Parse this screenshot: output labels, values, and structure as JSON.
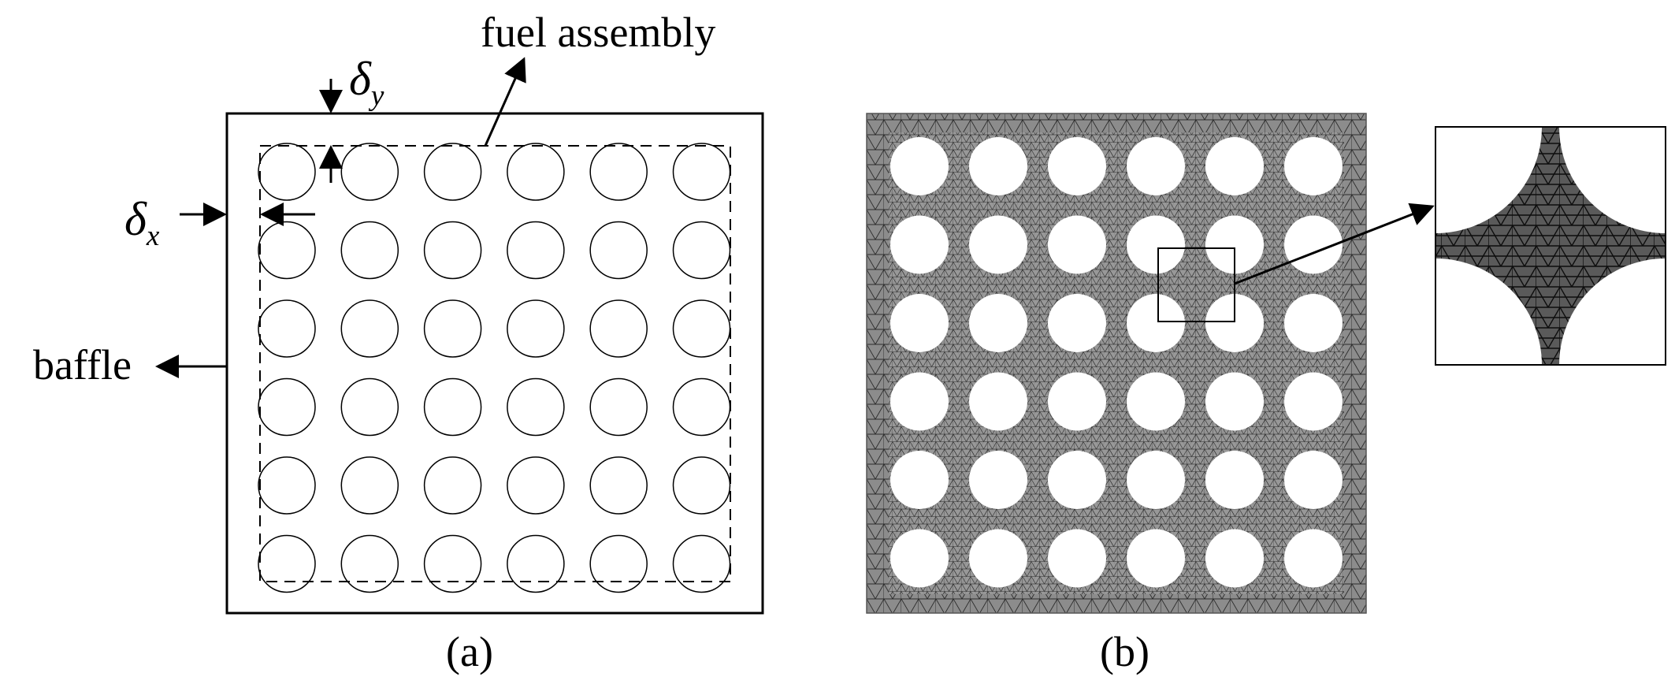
{
  "figure": {
    "panel_a": {
      "caption": "(a)",
      "labels": {
        "fuel_assembly": "fuel assembly",
        "baffle": "baffle",
        "delta_y": {
          "symbol": "δ",
          "subscript": "y"
        },
        "delta_x": {
          "symbol": "δ",
          "subscript": "x"
        }
      },
      "rod_grid": {
        "rows": 6,
        "cols": 6
      }
    },
    "panel_b": {
      "caption": "(b)",
      "rod_grid": {
        "rows": 6,
        "cols": 6
      },
      "zoom_inset": true
    },
    "colors": {
      "ink": "#000000",
      "mesh_fill": "#8c8c8c",
      "mesh_line": "#2b2b2b",
      "background": "#ffffff"
    }
  }
}
